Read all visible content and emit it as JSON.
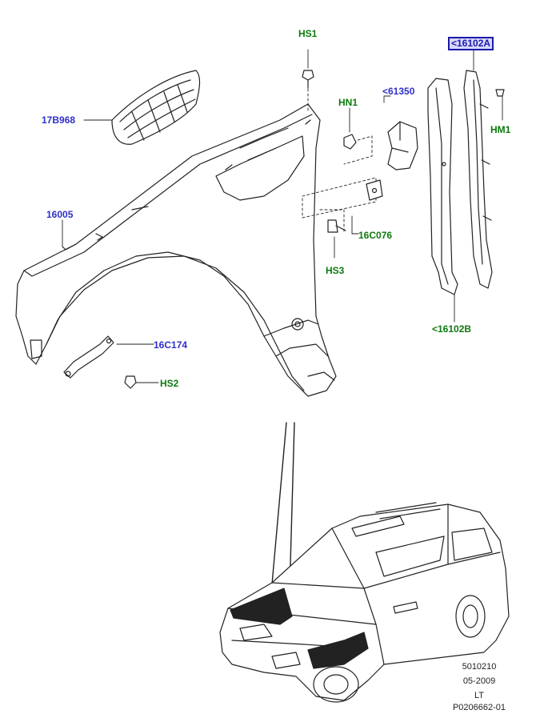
{
  "callouts": {
    "hs1": "HS1",
    "hn1": "HN1",
    "p61350": "<61350",
    "p16102a": "<16102A",
    "hm1": "HM1",
    "p17b968": "17B968",
    "p16005": "16005",
    "p16c076": "16C076",
    "hs3": "HS3",
    "p16102b": "<16102B",
    "p16c174": "16C174",
    "hs2": "HS2"
  },
  "footer": {
    "code": "5010210",
    "date": "05-2009",
    "side": "LT",
    "ref": "P0206662-01"
  },
  "colors": {
    "part_number": "#2e2ec8",
    "fastener": "#0c7a0c",
    "highlight_border": "#1a1aa8",
    "line": "#222222"
  }
}
